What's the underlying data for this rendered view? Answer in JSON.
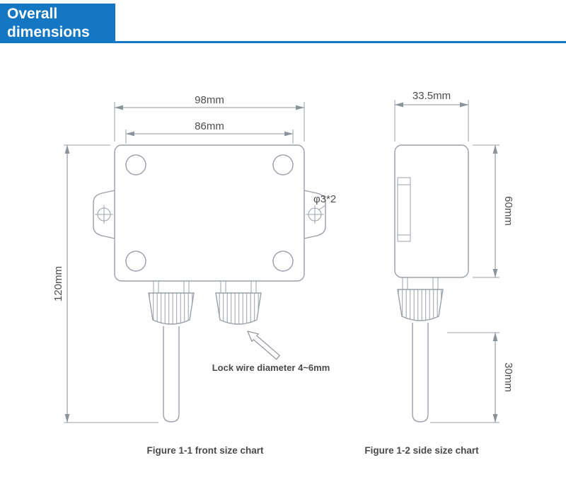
{
  "header": {
    "title_line1": "Overall",
    "title_line2": "dimensions"
  },
  "front_view": {
    "dim_outer_width": "98mm",
    "dim_inner_width": "86mm",
    "dim_height": "120mm",
    "hole_label": "φ3*2",
    "gland_label": "Lock wire diameter 4~6mm",
    "caption": "Figure 1-1 front size chart"
  },
  "side_view": {
    "dim_width": "33.5mm",
    "dim_body_height": "60mm",
    "dim_probe_height": "30mm",
    "caption": "Figure 1-2 side size chart"
  },
  "colors": {
    "accent": "#1377c4",
    "drawing_line": "#9aa0a8",
    "dimension_text": "#4d4d4d"
  }
}
